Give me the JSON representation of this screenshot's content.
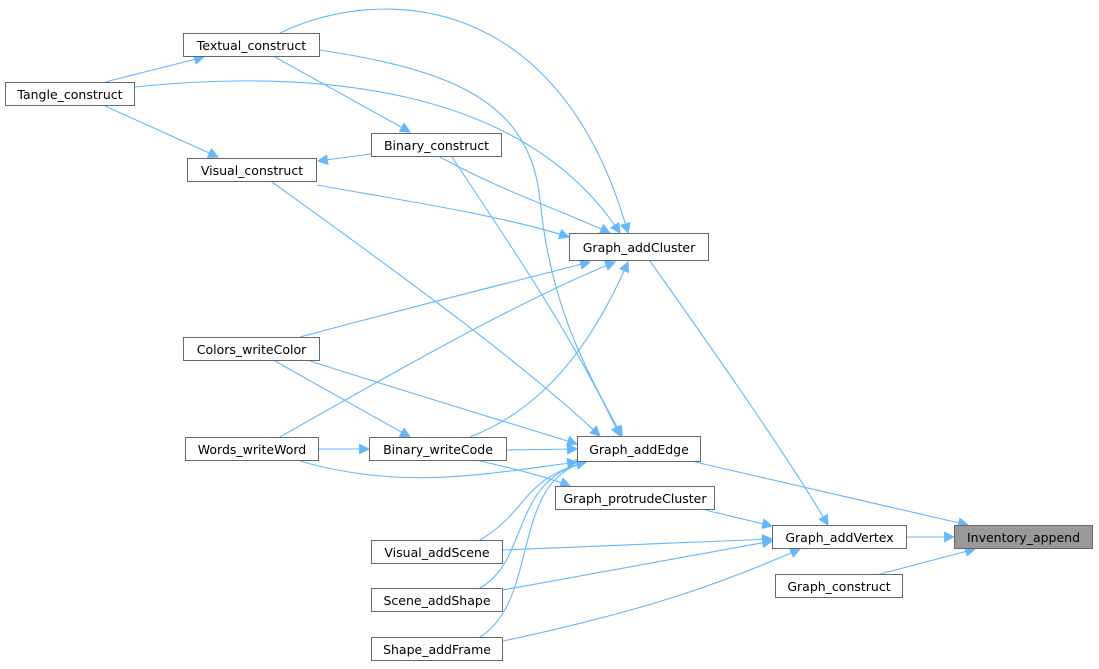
{
  "graph": {
    "type": "caller-graph",
    "edge_color": "#63b8ff",
    "current_node_fill": "#999999",
    "nodes": [
      {
        "id": "textual_construct",
        "label": "Textual_construct"
      },
      {
        "id": "tangle_construct",
        "label": "Tangle_construct"
      },
      {
        "id": "binary_construct",
        "label": "Binary_construct"
      },
      {
        "id": "visual_construct",
        "label": "Visual_construct"
      },
      {
        "id": "graph_addcluster",
        "label": "Graph_addCluster"
      },
      {
        "id": "colors_writecolor",
        "label": "Colors_writeColor"
      },
      {
        "id": "words_writeword",
        "label": "Words_writeWord"
      },
      {
        "id": "binary_writecode",
        "label": "Binary_writeCode"
      },
      {
        "id": "graph_addedge",
        "label": "Graph_addEdge"
      },
      {
        "id": "graph_protrudecluster",
        "label": "Graph_protrudeCluster"
      },
      {
        "id": "visual_addscene",
        "label": "Visual_addScene"
      },
      {
        "id": "graph_addvertex",
        "label": "Graph_addVertex"
      },
      {
        "id": "graph_construct",
        "label": "Graph_construct"
      },
      {
        "id": "scene_addshape",
        "label": "Scene_addShape"
      },
      {
        "id": "shape_addframe",
        "label": "Shape_addFrame"
      },
      {
        "id": "inventory_append",
        "label": "Inventory_append",
        "current": true
      }
    ],
    "edges": [
      [
        "tangle_construct",
        "textual_construct"
      ],
      [
        "tangle_construct",
        "visual_construct"
      ],
      [
        "tangle_construct",
        "graph_addcluster"
      ],
      [
        "textual_construct",
        "binary_construct"
      ],
      [
        "textual_construct",
        "graph_addcluster"
      ],
      [
        "textual_construct",
        "graph_addedge"
      ],
      [
        "binary_construct",
        "visual_construct"
      ],
      [
        "binary_construct",
        "graph_addcluster"
      ],
      [
        "binary_construct",
        "graph_addedge"
      ],
      [
        "visual_construct",
        "graph_addcluster"
      ],
      [
        "visual_construct",
        "graph_addedge"
      ],
      [
        "colors_writecolor",
        "graph_addcluster"
      ],
      [
        "colors_writecolor",
        "binary_writecode"
      ],
      [
        "colors_writecolor",
        "graph_addedge"
      ],
      [
        "words_writeword",
        "graph_addcluster"
      ],
      [
        "words_writeword",
        "binary_writecode"
      ],
      [
        "words_writeword",
        "graph_addedge"
      ],
      [
        "binary_writecode",
        "graph_addcluster"
      ],
      [
        "binary_writecode",
        "graph_addedge"
      ],
      [
        "binary_writecode",
        "graph_protrudecluster"
      ],
      [
        "visual_addscene",
        "graph_addedge"
      ],
      [
        "scene_addshape",
        "graph_addedge"
      ],
      [
        "shape_addframe",
        "graph_addedge"
      ],
      [
        "visual_addscene",
        "graph_addvertex"
      ],
      [
        "scene_addshape",
        "graph_addvertex"
      ],
      [
        "shape_addframe",
        "graph_addvertex"
      ],
      [
        "graph_protrudecluster",
        "graph_addvertex"
      ],
      [
        "graph_addcluster",
        "graph_addvertex"
      ],
      [
        "graph_addedge",
        "inventory_append"
      ],
      [
        "graph_addvertex",
        "inventory_append"
      ],
      [
        "graph_construct",
        "inventory_append"
      ]
    ]
  }
}
